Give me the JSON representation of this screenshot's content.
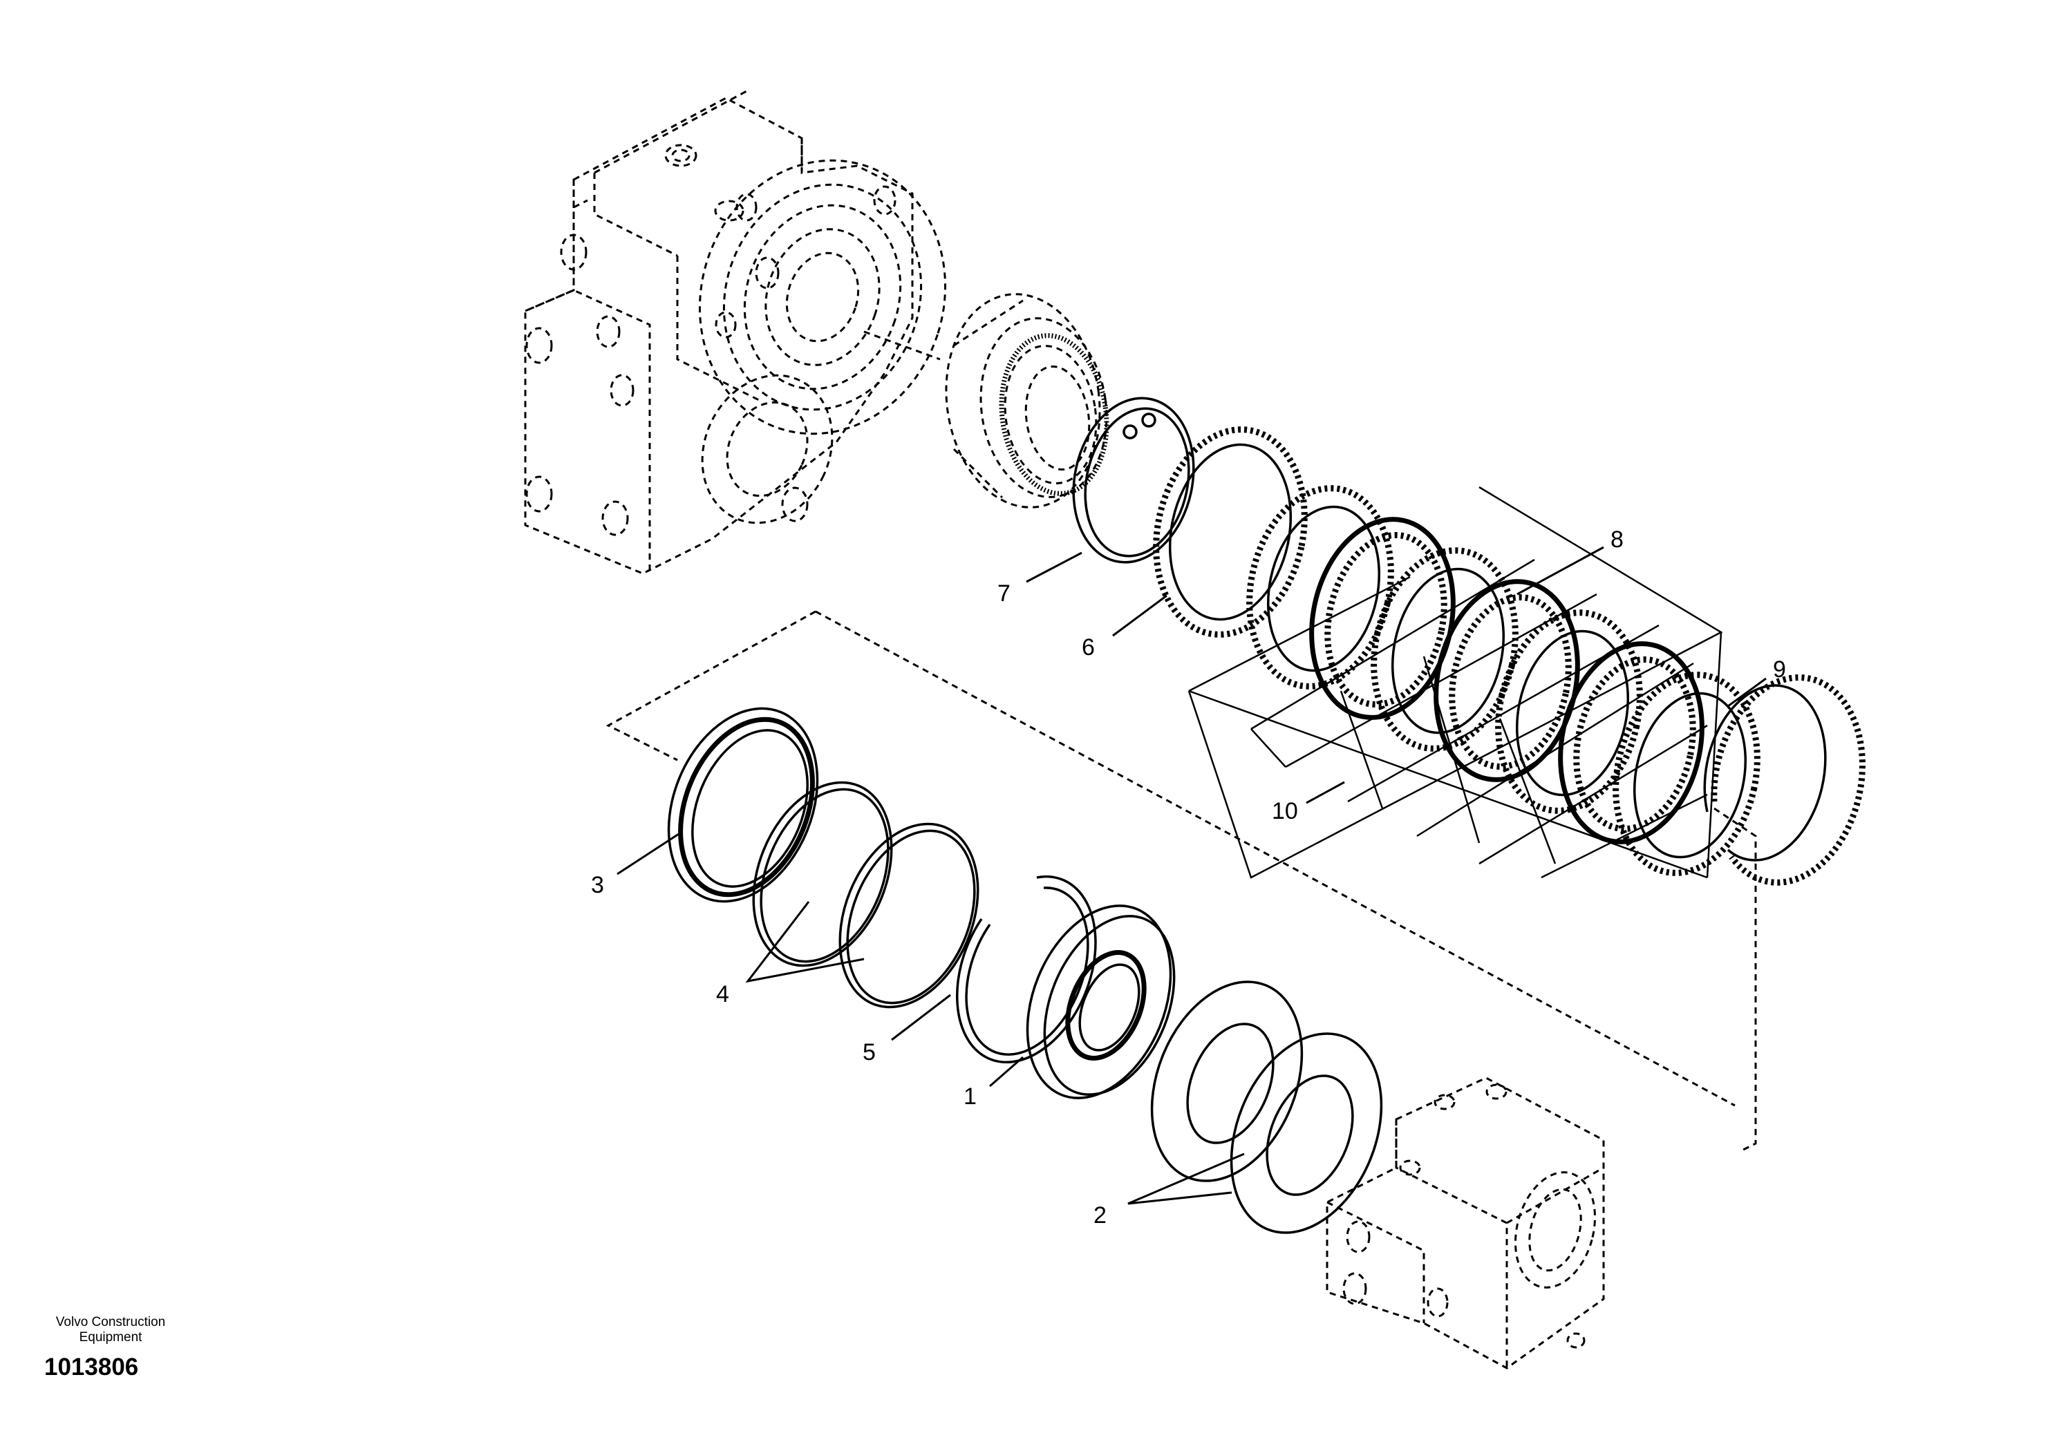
{
  "callouts": [
    {
      "id": "1",
      "label": "1"
    },
    {
      "id": "2",
      "label": "2"
    },
    {
      "id": "3",
      "label": "3"
    },
    {
      "id": "4",
      "label": "4"
    },
    {
      "id": "5",
      "label": "5"
    },
    {
      "id": "6",
      "label": "6"
    },
    {
      "id": "7",
      "label": "7"
    },
    {
      "id": "8",
      "label": "8"
    },
    {
      "id": "9",
      "label": "9"
    },
    {
      "id": "10",
      "label": "10"
    }
  ],
  "credit": {
    "line1": "Volvo Construction",
    "line2": "Equipment"
  },
  "drawing_number": "1013806",
  "colors": {
    "ink": "#000000",
    "paper": "#ffffff"
  }
}
